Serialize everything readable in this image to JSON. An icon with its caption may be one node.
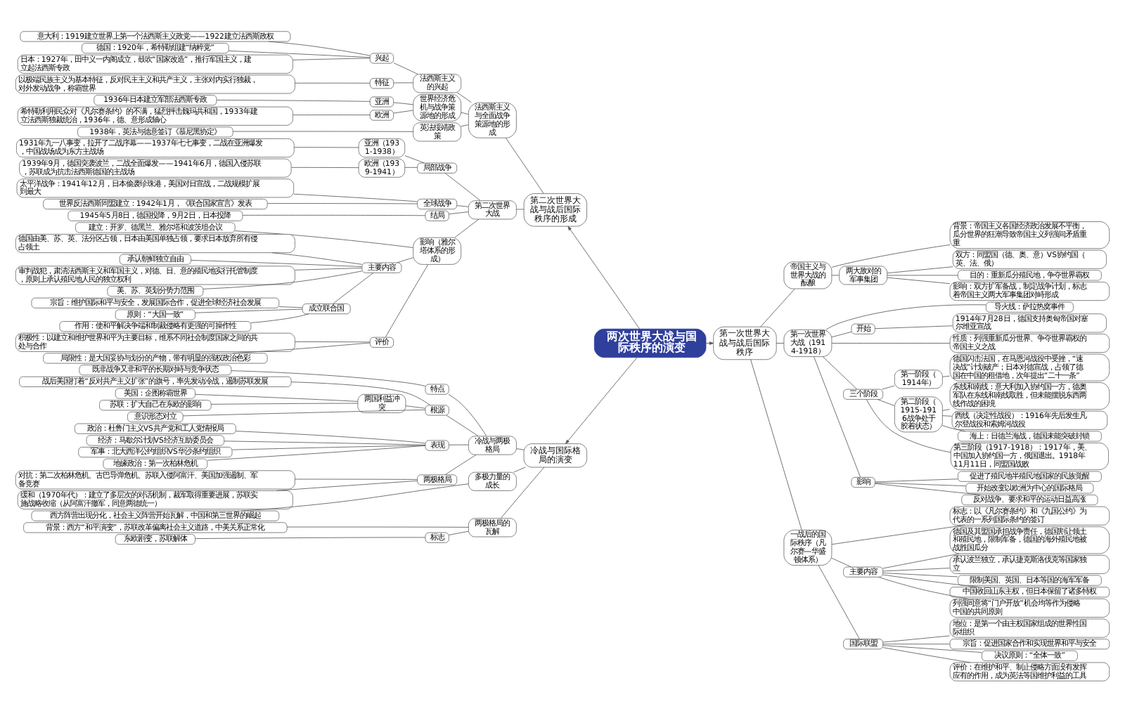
{
  "diagram": {
    "nodes": [
      {
        "text": [
          "两次世界大战与国际秩序的演变"
        ]
      },
      {
        "text": [
          "第一次世界大战与战后国际秩序"
        ]
      },
      {
        "text": [
          "帝国主义与世界大战的酝酿"
        ]
      },
      {
        "text": [
          "背景：帝国主义各国经济政治发展不平衡，瓜分世界的狂潮导致帝国主义列强间矛盾重重"
        ]
      },
      {
        "text": [
          "两大敌对的军事集团"
        ]
      },
      {
        "text": [
          "双方：同盟国（德、奥、意）VS协约国（英、法、俄）"
        ]
      },
      {
        "text": [
          "目的：重新瓜分殖民地，争夺世界霸权"
        ]
      },
      {
        "text": [
          "影响：双方扩军备战，制定战争计划，标志着帝国主义两大军事集团对峙形成"
        ]
      },
      {
        "text": [
          "第一次世界大战（1914-1918）"
        ]
      },
      {
        "text": [
          "导火线：萨拉热窝事件"
        ]
      },
      {
        "text": [
          "开始"
        ]
      },
      {
        "text": [
          "1914年7月28日，德国支持奥匈帝国对塞尔维亚宣战"
        ]
      },
      {
        "text": [
          "性质：列强重新瓜分世界、争夺世界霸权的帝国主义之战"
        ]
      },
      {
        "text": [
          "三个阶段"
        ]
      },
      {
        "text": [
          "第一阶段（1914年）"
        ]
      },
      {
        "text": [
          "德国闪击法国，在马恩河战役中受挫，“速决战”计划破产；日本对德宣战，占领了德国在中国的租借地，次年提出“二十一条”"
        ]
      },
      {
        "text": [
          "第二阶段（1915-1916战争处于胶着状态）"
        ]
      },
      {
        "text": [
          "东线和南线：意大利加入协约国一方，德奥军队在东线和南线取胜，但未能摆脱东西两线作战的困境"
        ]
      },
      {
        "text": [
          "西线（决定性战役）：1916年先后发生凡尔登战役和索姆河战役"
        ]
      },
      {
        "text": [
          "海上：日德兰海战，德国未能突破封锁"
        ]
      },
      {
        "text": [
          "第三阶段（1917-1918）：1917年，美、中国加入协约国一方，俄国退出。1918年11月11日，同盟国战败"
        ]
      },
      {
        "text": [
          "影响"
        ]
      },
      {
        "text": [
          "促进了殖民地半殖民地国家的民族觉醒"
        ]
      },
      {
        "text": [
          "开始改变以欧洲为中心的国际格局"
        ]
      },
      {
        "text": [
          "反对战争、要求和平的运动日益高涨"
        ]
      },
      {
        "text": [
          "一战后的国际秩序（凡尔赛—华盛顿体系）"
        ]
      },
      {
        "text": [
          "标志：以《凡尔赛条约》和《九国公约》为代表的一系列国际条约的签订"
        ]
      },
      {
        "text": [
          "主要内容"
        ]
      },
      {
        "text": [
          "德国及其盟国承担战争责任，德国割让领土和殖民地，限制军备，德国的海外殖民地被战胜国瓜分"
        ]
      },
      {
        "text": [
          "承认波兰独立，承认捷克斯洛伐克等国家独立"
        ]
      },
      {
        "text": [
          "限制美国、英国、日本等国的海军军备"
        ]
      },
      {
        "text": [
          "中国收回山东主权，但日本保留了诸多特权"
        ]
      },
      {
        "text": [
          "列强同意将“门户开放”机会均等作为侵略中国的共同原则"
        ]
      },
      {
        "text": [
          "国际联盟"
        ]
      },
      {
        "text": [
          "地位：是第一个由主权国家组成的世界性国际组织"
        ]
      },
      {
        "text": [
          "宗旨：促进国家合作和实现世界和平与安全"
        ]
      },
      {
        "text": [
          "决议原则：“全体一致”"
        ]
      },
      {
        "text": [
          "评价：在维护和平、制止侵略方面没有发挥应有的作用，成为英法等国维护利益的工具"
        ]
      },
      {
        "text": [
          "第二次世界大战与战后国际秩序的形成"
        ]
      },
      {
        "text": [
          "法西斯主义与全面战争策源地的形成"
        ]
      },
      {
        "text": [
          "法西斯主义的兴起"
        ]
      },
      {
        "text": [
          "兴起"
        ]
      },
      {
        "text": [
          "意大利：1919建立世界上第一个法西斯主义政党——1922建立法西斯政权"
        ]
      },
      {
        "text": [
          "德国：1920年，希特勒组建“纳粹党”"
        ]
      },
      {
        "text": [
          "日本：1927年，田中义一内阁成立，鼓吹“国家改造”，推行军国主义，建立起法西斯专政"
        ]
      },
      {
        "text": [
          "特征"
        ]
      },
      {
        "text": [
          "以极端民族主义为基本特征，反对民主主义和共产主义，主张对内实行独裁，对外发动战争，称霸世界"
        ]
      },
      {
        "text": [
          "世界经济危机与战争策源地的形成"
        ]
      },
      {
        "text": [
          "亚洲"
        ]
      },
      {
        "text": [
          "1936年日本建立军部法西斯专政"
        ]
      },
      {
        "text": [
          "欧洲"
        ]
      },
      {
        "text": [
          "希特勒利用民众对《凡尔赛条约》的不满，猛烈抨击魏玛共和国，1933年建立法西斯独裁统治，1936年，德、意形成轴心"
        ]
      },
      {
        "text": [
          "英法绥靖政策"
        ]
      },
      {
        "text": [
          "1938年，英法与德意签订《慕尼黑协定》"
        ]
      },
      {
        "text": [
          "第二次世界大战"
        ]
      },
      {
        "text": [
          "局部战争"
        ]
      },
      {
        "text": [
          "亚洲（1931-1938）"
        ]
      },
      {
        "text": [
          "1931年九一八事变，拉开了二战序幕——1937年七七事变，二战在亚洲爆发，中国战场成为东方主战场"
        ]
      },
      {
        "text": [
          "欧洲（1939-1941）"
        ]
      },
      {
        "text": [
          "1939年9月，德国突袭波兰，二战全面爆发——1941年6月，德国入侵苏联，苏联成为抗击法西斯德国的主战场"
        ]
      },
      {
        "text": [
          "全球战争"
        ]
      },
      {
        "text": [
          "太平洋战争：1941年12月，日本偷袭珍珠港，美国对日宣战，二战规模扩展到最大"
        ]
      },
      {
        "text": [
          "世界反法西斯同盟建立：1942年1月，《联合国家宣言》发表"
        ]
      },
      {
        "text": [
          "结局"
        ]
      },
      {
        "text": [
          "1945年5月8日，德国投降，9月2日，日本投降"
        ]
      },
      {
        "text": [
          "影响（雅尔塔体系的形成）"
        ]
      },
      {
        "text": [
          "建立：开罗、德黑兰、雅尔塔和波茨坦会议"
        ]
      },
      {
        "text": [
          "主要内容"
        ]
      },
      {
        "text": [
          "德国由美、苏、英、法分区占领，日本由美国单独占领，要求日本放弃所有侵占领土"
        ]
      },
      {
        "text": [
          "承认朝鲜独立自由"
        ]
      },
      {
        "text": [
          "审判战犯，肃清法西斯主义和军国主义，对德、日、意的殖民地实行托管制度，原则上承认殖民地人民的独立权利"
        ]
      },
      {
        "text": [
          "美、苏、英划分势力范围"
        ]
      },
      {
        "text": [
          "成立联合国"
        ]
      },
      {
        "text": [
          "宗旨：维护国际和平与安全，发展国际合作，促进全球经济社会发展"
        ]
      },
      {
        "text": [
          "原则：“大国一致”"
        ]
      },
      {
        "text": [
          "作用：使和平解决争端和制裁侵略有更强的可操作性"
        ]
      },
      {
        "text": [
          "评价"
        ]
      },
      {
        "text": [
          "积极性：以建立和维护世界和平为主要目标，维系不同社会制度国家之间的共处与合作"
        ]
      },
      {
        "text": [
          "局限性：是大国妥协与划分的产物，带有明显的强权政治色彩"
        ]
      },
      {
        "text": [
          "冷战与国际格局的演变"
        ]
      },
      {
        "text": [
          "冷战与两极格局"
        ]
      },
      {
        "text": [
          "特点"
        ]
      },
      {
        "text": [
          "既非战争又非和平的长期对峙与竞争状态"
        ]
      },
      {
        "text": [
          "根源"
        ]
      },
      {
        "text": [
          "战后美国打着“反对共产主义扩张”的旗号，率先发动冷战，遏制苏联发展"
        ]
      },
      {
        "text": [
          "两国利益冲突"
        ]
      },
      {
        "text": [
          "美国：企图称霸世界"
        ]
      },
      {
        "text": [
          "苏联：扩大自己在东欧的影响"
        ]
      },
      {
        "text": [
          "意识形态对立"
        ]
      },
      {
        "text": [
          "表现"
        ]
      },
      {
        "text": [
          "政治：杜鲁门主义VS共产党和工人党情报局"
        ]
      },
      {
        "text": [
          "经济：马歇尔计划VS经济互助委员会"
        ]
      },
      {
        "text": [
          "军事：北大西洋公约组织VS华沙条约组织"
        ]
      },
      {
        "text": [
          "地缘政治：第一次柏林危机"
        ]
      },
      {
        "text": [
          "两极格局"
        ]
      },
      {
        "text": [
          "对抗：第二次柏林危机、古巴导弹危机、苏联入侵阿富汗、美国加强遏制、军备竞赛"
        ]
      },
      {
        "text": [
          "缓和（1970年代）：建立了多层次的对话机制，裁军取得重要进展，苏联实施战略收缩（从阿富汗撤军，同意两德统一）"
        ]
      },
      {
        "text": [
          "多极力量的成长"
        ]
      },
      {
        "text": [
          "西方阵营出现分化，社会主义阵营开始瓦解，中国和第三世界的崛起"
        ]
      },
      {
        "text": [
          "两极格局的瓦解"
        ]
      },
      {
        "text": [
          "背景：西方“和平演变”，苏联改革偏离社会主义道路，中美关系正常化"
        ]
      },
      {
        "text": [
          "标志"
        ]
      },
      {
        "text": [
          "东欧剧变，苏联解体"
        ]
      }
    ],
    "edges": [
      {
        "from": 0,
        "to": 1,
        "arrow": "to"
      },
      {
        "from": 1,
        "to": 2,
        "arrow": "none"
      },
      {
        "from": 2,
        "to": 3,
        "arrow": "none"
      },
      {
        "from": 2,
        "to": 4,
        "arrow": "none"
      },
      {
        "from": 4,
        "to": 5,
        "arrow": "none"
      },
      {
        "from": 4,
        "to": 6,
        "arrow": "none"
      },
      {
        "from": 4,
        "to": 7,
        "arrow": "none"
      },
      {
        "from": 1,
        "to": 8,
        "arrow": "none"
      },
      {
        "from": 8,
        "to": 9,
        "arrow": "none"
      },
      {
        "from": 8,
        "to": 10,
        "arrow": "none"
      },
      {
        "from": 10,
        "to": 11,
        "arrow": "none"
      },
      {
        "from": 8,
        "to": 12,
        "arrow": "none"
      },
      {
        "from": 8,
        "to": 13,
        "arrow": "none"
      },
      {
        "from": 13,
        "to": 14,
        "arrow": "none"
      },
      {
        "from": 14,
        "to": 15,
        "arrow": "none"
      },
      {
        "from": 13,
        "to": 16,
        "arrow": "none"
      },
      {
        "from": 16,
        "to": 17,
        "arrow": "none"
      },
      {
        "from": 16,
        "to": 18,
        "arrow": "none"
      },
      {
        "from": 16,
        "to": 19,
        "arrow": "none"
      },
      {
        "from": 13,
        "to": 20,
        "arrow": "none"
      },
      {
        "from": 8,
        "to": 21,
        "arrow": "none"
      },
      {
        "from": 21,
        "to": 22,
        "arrow": "none"
      },
      {
        "from": 21,
        "to": 23,
        "arrow": "none"
      },
      {
        "from": 21,
        "to": 24,
        "arrow": "none"
      },
      {
        "from": 1,
        "to": 25,
        "arrow": "none"
      },
      {
        "from": 25,
        "to": 26,
        "arrow": "none"
      },
      {
        "from": 25,
        "to": 27,
        "arrow": "none"
      },
      {
        "from": 27,
        "to": 28,
        "arrow": "none"
      },
      {
        "from": 27,
        "to": 29,
        "arrow": "none"
      },
      {
        "from": 27,
        "to": 30,
        "arrow": "none"
      },
      {
        "from": 27,
        "to": 31,
        "arrow": "none"
      },
      {
        "from": 27,
        "to": 32,
        "arrow": "none"
      },
      {
        "from": 25,
        "to": 33,
        "arrow": "none"
      },
      {
        "from": 33,
        "to": 34,
        "arrow": "none"
      },
      {
        "from": 33,
        "to": 35,
        "arrow": "none"
      },
      {
        "from": 33,
        "to": 36,
        "arrow": "none"
      },
      {
        "from": 33,
        "to": 37,
        "arrow": "none"
      },
      {
        "from": 0,
        "to": 38,
        "arrow": "to"
      },
      {
        "from": 38,
        "to": 39,
        "arrow": "none"
      },
      {
        "from": 39,
        "to": 40,
        "arrow": "none"
      },
      {
        "from": 40,
        "to": 41,
        "arrow": "none"
      },
      {
        "from": 41,
        "to": 42,
        "arrow": "none"
      },
      {
        "from": 41,
        "to": 43,
        "arrow": "none"
      },
      {
        "from": 41,
        "to": 44,
        "arrow": "none"
      },
      {
        "from": 40,
        "to": 45,
        "arrow": "none"
      },
      {
        "from": 45,
        "to": 46,
        "arrow": "none"
      },
      {
        "from": 39,
        "to": 47,
        "arrow": "none"
      },
      {
        "from": 47,
        "to": 48,
        "arrow": "none"
      },
      {
        "from": 48,
        "to": 49,
        "arrow": "none"
      },
      {
        "from": 47,
        "to": 50,
        "arrow": "none"
      },
      {
        "from": 50,
        "to": 51,
        "arrow": "none"
      },
      {
        "from": 39,
        "to": 52,
        "arrow": "none"
      },
      {
        "from": 52,
        "to": 53,
        "arrow": "none"
      },
      {
        "from": 38,
        "to": 54,
        "arrow": "none"
      },
      {
        "from": 54,
        "to": 55,
        "arrow": "none"
      },
      {
        "from": 55,
        "to": 56,
        "arrow": "none"
      },
      {
        "from": 56,
        "to": 57,
        "arrow": "none"
      },
      {
        "from": 55,
        "to": 58,
        "arrow": "none"
      },
      {
        "from": 58,
        "to": 59,
        "arrow": "none"
      },
      {
        "from": 54,
        "to": 60,
        "arrow": "none"
      },
      {
        "from": 60,
        "to": 61,
        "arrow": "none"
      },
      {
        "from": 60,
        "to": 62,
        "arrow": "none"
      },
      {
        "from": 54,
        "to": 63,
        "arrow": "none"
      },
      {
        "from": 63,
        "to": 64,
        "arrow": "none"
      },
      {
        "from": 54,
        "to": 65,
        "arrow": "none"
      },
      {
        "from": 65,
        "to": 66,
        "arrow": "none"
      },
      {
        "from": 65,
        "to": 67,
        "arrow": "none"
      },
      {
        "from": 67,
        "to": 68,
        "arrow": "none"
      },
      {
        "from": 67,
        "to": 69,
        "arrow": "none"
      },
      {
        "from": 67,
        "to": 70,
        "arrow": "none"
      },
      {
        "from": 67,
        "to": 71,
        "arrow": "none"
      },
      {
        "from": 67,
        "to": 72,
        "arrow": "none"
      },
      {
        "from": 72,
        "to": 73,
        "arrow": "none"
      },
      {
        "from": 72,
        "to": 74,
        "arrow": "none"
      },
      {
        "from": 72,
        "to": 75,
        "arrow": "none"
      },
      {
        "from": 65,
        "to": 76,
        "arrow": "none"
      },
      {
        "from": 76,
        "to": 77,
        "arrow": "none"
      },
      {
        "from": 76,
        "to": 78,
        "arrow": "none"
      },
      {
        "from": 0,
        "to": 79,
        "arrow": "to"
      },
      {
        "from": 79,
        "to": 80,
        "arrow": "none"
      },
      {
        "from": 80,
        "to": 81,
        "arrow": "none"
      },
      {
        "from": 81,
        "to": 82,
        "arrow": "none"
      },
      {
        "from": 80,
        "to": 83,
        "arrow": "none"
      },
      {
        "from": 83,
        "to": 84,
        "arrow": "none"
      },
      {
        "from": 83,
        "to": 85,
        "arrow": "none"
      },
      {
        "from": 85,
        "to": 86,
        "arrow": "none"
      },
      {
        "from": 85,
        "to": 87,
        "arrow": "none"
      },
      {
        "from": 83,
        "to": 88,
        "arrow": "none"
      },
      {
        "from": 80,
        "to": 89,
        "arrow": "none"
      },
      {
        "from": 89,
        "to": 90,
        "arrow": "none"
      },
      {
        "from": 89,
        "to": 91,
        "arrow": "none"
      },
      {
        "from": 89,
        "to": 92,
        "arrow": "none"
      },
      {
        "from": 89,
        "to": 93,
        "arrow": "none"
      },
      {
        "from": 80,
        "to": 94,
        "arrow": "none"
      },
      {
        "from": 94,
        "to": 95,
        "arrow": "none"
      },
      {
        "from": 94,
        "to": 96,
        "arrow": "none"
      },
      {
        "from": 79,
        "to": 97,
        "arrow": "none"
      },
      {
        "from": 97,
        "to": 98,
        "arrow": "none"
      },
      {
        "from": 79,
        "to": 99,
        "arrow": "none"
      },
      {
        "from": 99,
        "to": 100,
        "arrow": "none"
      },
      {
        "from": 99,
        "to": 101,
        "arrow": "none"
      },
      {
        "from": 101,
        "to": 102,
        "arrow": "none"
      }
    ]
  }
}
